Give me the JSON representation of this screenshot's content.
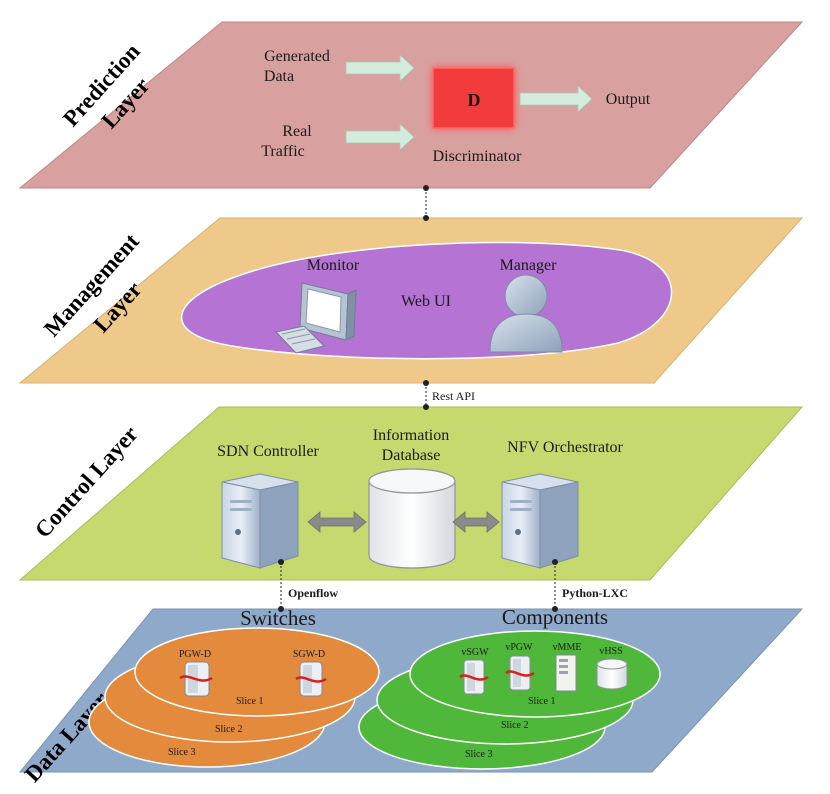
{
  "layers": {
    "prediction": {
      "title_line1": "Prediction",
      "title_line2": "Layer",
      "generated_line1": "Generated",
      "generated_line2": "Data",
      "real_line1": "Real",
      "real_line2": "Traffic",
      "discriminator_symbol": "D",
      "discriminator_label": "Discriminator",
      "output_label": "Output"
    },
    "management": {
      "title_line1": "Management",
      "title_line2": "Layer",
      "monitor_label": "Monitor",
      "manager_label": "Manager",
      "webui_label": "Web UI"
    },
    "control": {
      "title": "Control Layer",
      "sdn_label": "SDN Controller",
      "db_line1": "Information",
      "db_line2": "Database",
      "nfv_label": "NFV Orchestrator"
    },
    "data": {
      "title": "Data Layer",
      "switches_label": "Switches",
      "components_label": "Components",
      "pgw_label": "PGW-D",
      "sgw_label": "SGW-D",
      "vsgw_label": "vSGW",
      "vpgw_label": "vPGW",
      "vmme_label": "vMME",
      "vhss_label": "vHSS",
      "slice1": "Slice 1",
      "slice2": "Slice 2",
      "slice3": "Slice 3"
    }
  },
  "connectors": {
    "rest_api": "Rest API",
    "openflow": "Openflow",
    "python_lxc": "Python-LXC"
  },
  "colors": {
    "prediction_layer": "#d9a0a0",
    "management_layer": "#efc98a",
    "webui_blob": "#b573d3",
    "control_layer": "#c6d96f",
    "data_layer": "#8fa9cb",
    "switch_slices": "#e38a3c",
    "component_slices": "#4fb83a",
    "discriminator": "#f23a3a",
    "arrow_fill": "#d4ecdc"
  }
}
